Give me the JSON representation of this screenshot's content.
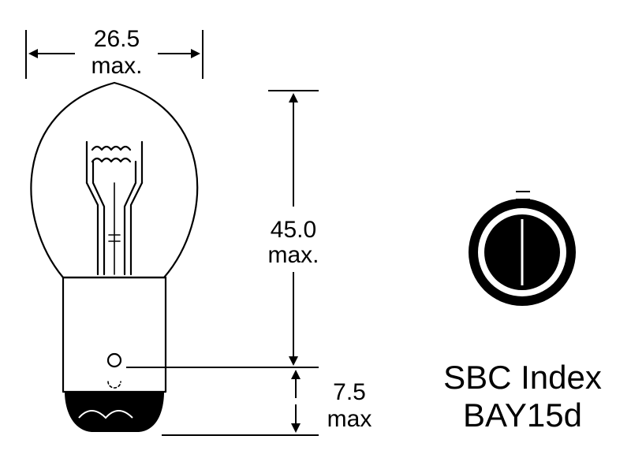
{
  "dimensions": {
    "width": {
      "value": "26.5",
      "suffix": "max."
    },
    "height": {
      "value": "45.0",
      "suffix": "max."
    },
    "pin_offset": {
      "value": "7.5",
      "suffix": "max"
    }
  },
  "base_info": {
    "line1": "SBC Index",
    "line2": "BAY15d"
  },
  "icons": {
    "bulb": "bulb-side-view-icon",
    "base_end": "bayonet-base-end-view-icon"
  }
}
